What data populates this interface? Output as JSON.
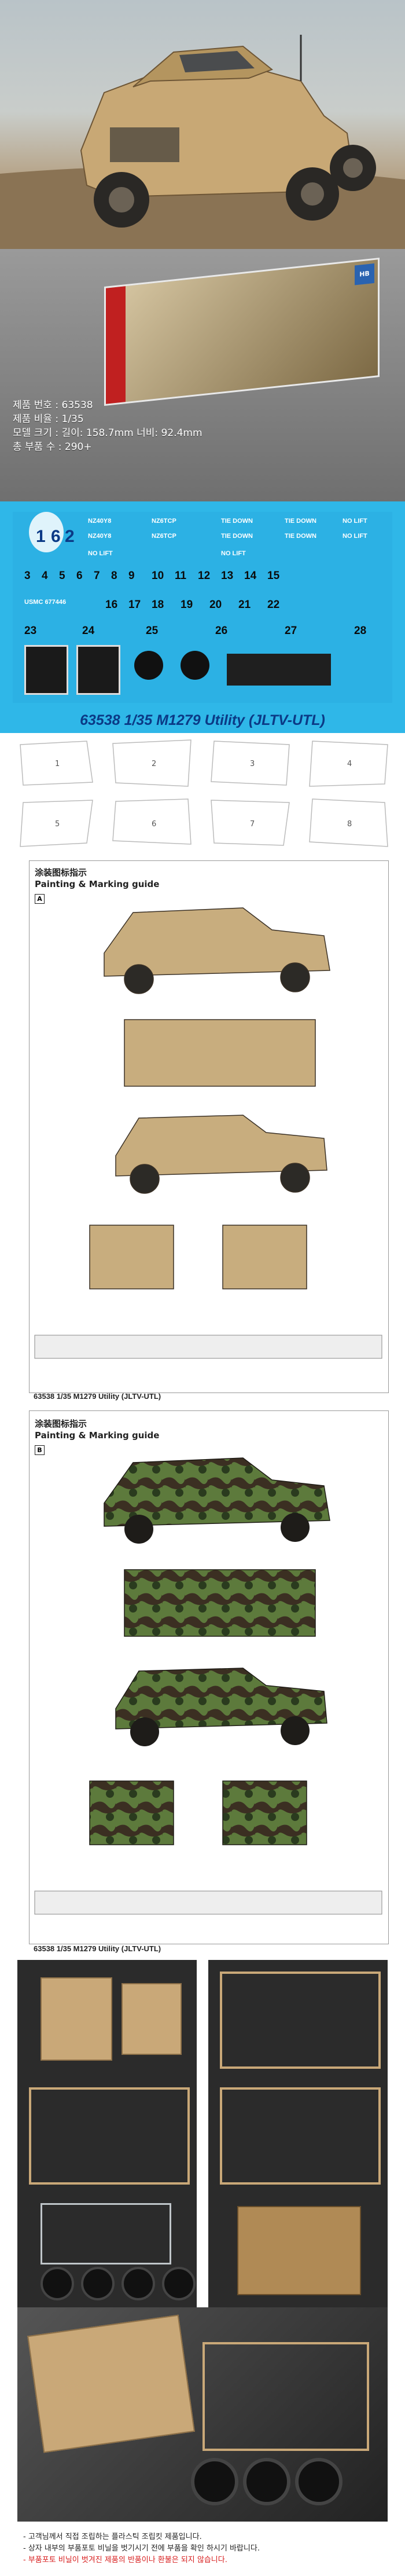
{
  "decals": {
    "caption": "63538 1/35 M1279 Utility (JLTV-UTL)",
    "plates": [
      "NZ40Y8",
      "NZ40Y8",
      "NZ6TCP",
      "NZ6TCP",
      "TIE DOWN",
      "TIE DOWN",
      "TIE DOWN",
      "TIE DOWN"
    ],
    "misc": [
      "NO LIFT",
      "NO LIFT",
      "NO LIFT",
      "NO LIFT",
      "USMC 677446"
    ],
    "numbers": [
      "1",
      "6",
      "2",
      "3",
      "4",
      "5",
      "6",
      "7",
      "8",
      "9",
      "10",
      "11",
      "12",
      "13",
      "14",
      "15",
      "16",
      "17",
      "18",
      "19",
      "20",
      "21",
      "22",
      "23",
      "24",
      "25",
      "26",
      "27",
      "28"
    ]
  },
  "box": {
    "specs": [
      {
        "label": "제품 번호 :",
        "value": "63538"
      },
      {
        "label": "제품 비율 :",
        "value": "1/35"
      },
      {
        "label": "모델 크기 :",
        "value": "길이: 158.7mm 너비: 92.4mm"
      },
      {
        "label": "총 부품 수 :",
        "value": "290+"
      }
    ]
  },
  "parts": {
    "labels": [
      "1",
      "2",
      "3",
      "4",
      "5",
      "6",
      "7",
      "8"
    ]
  },
  "guide_a": {
    "heading_cn": "涂装图标指示",
    "heading_en": "Painting & Marking guide",
    "letter": "A",
    "footer": "63538 1/35 M1279 Utility (JLTV-UTL)"
  },
  "guide_b": {
    "heading_cn": "涂装图标指示",
    "heading_en": "Painting & Marking guide",
    "letter": "B",
    "footer": "63538 1/35 M1279 Utility (JLTV-UTL)"
  },
  "notes": {
    "line1": "- 고객님께서 직접 조립하는 플라스틱 조립킷 제품입니다.",
    "line2": "- 상자 내부의 부품포토 비닐을 벗기시기 전에 부품을 확인 하시기 바랍니다.",
    "line3": "- 부품포토 비닐이 벗겨진 제품의 반품이나 환불은 되지 않습니다."
  }
}
